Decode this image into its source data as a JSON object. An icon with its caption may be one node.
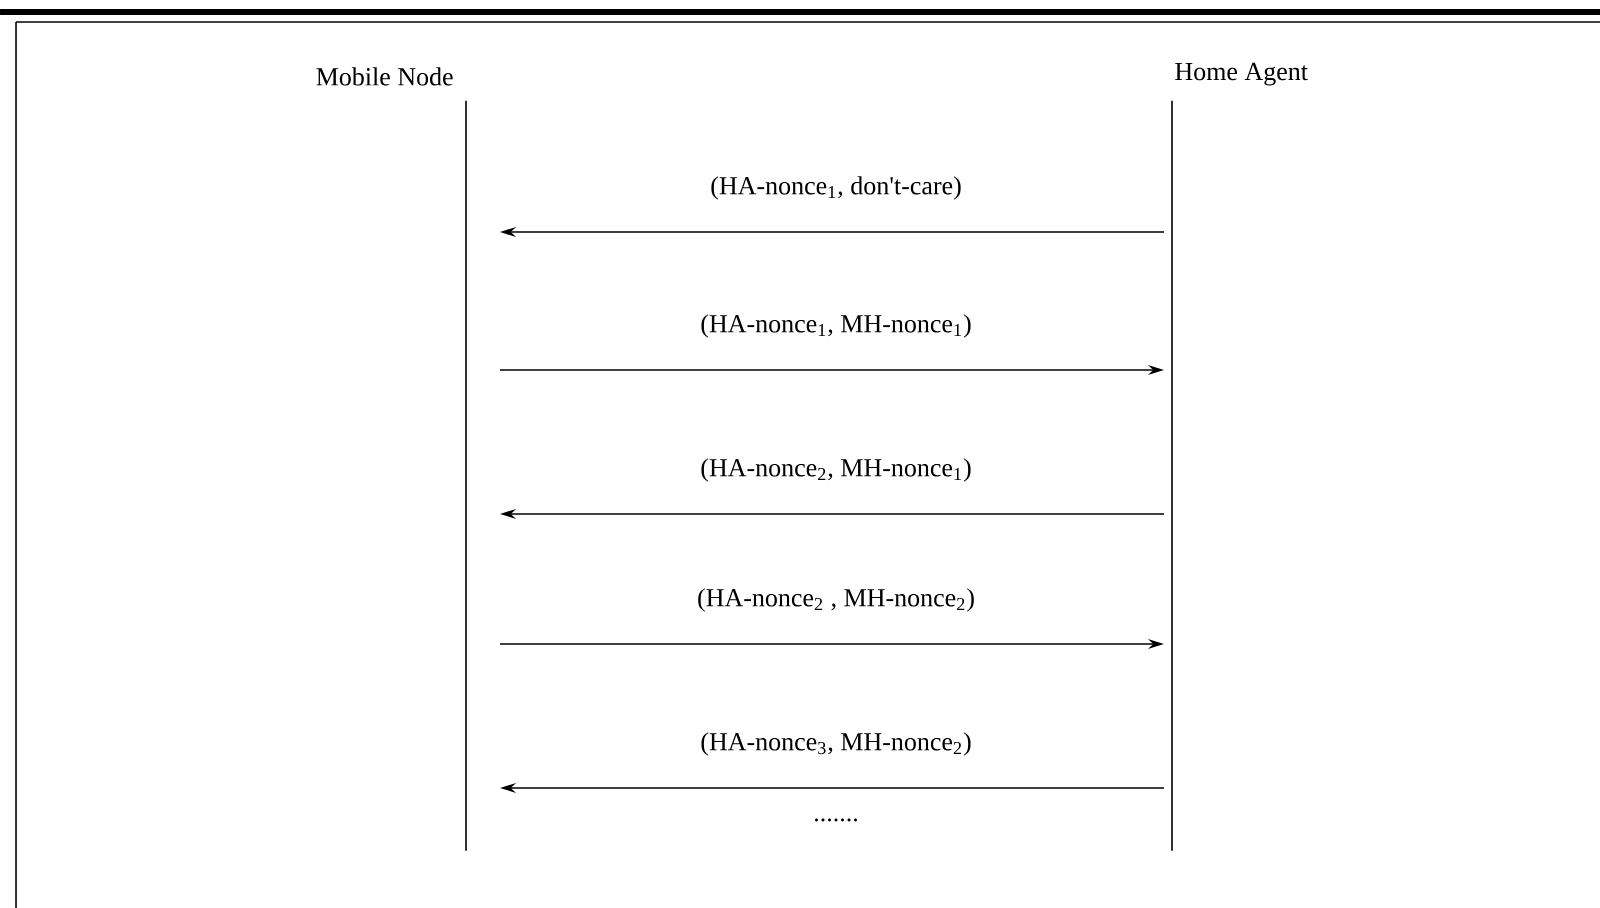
{
  "diagram": {
    "nodes": [
      {
        "text": [
          "Mobile Node"
        ]
      },
      {
        "text": [
          "Home Agent"
        ]
      }
    ],
    "edges": [
      {
        "from": 1,
        "to": 0,
        "arrow": "to",
        "label": "(HA-nonce$_{1}$, don't-care)"
      },
      {
        "from": 0,
        "to": 1,
        "arrow": "to",
        "label": "(HA-nonce$_{1}$, MH-nonce$_{1}$)"
      },
      {
        "from": 1,
        "to": 0,
        "arrow": "to",
        "label": "(HA-nonce$_{2}$,  MH-nonce$_{1}$)"
      },
      {
        "from": 0,
        "to": 1,
        "arrow": "to",
        "label": "(HA-nonce$_{2}$ ,  MH-nonce$_{2}$)"
      },
      {
        "from": 1,
        "to": 0,
        "arrow": "to",
        "label": "(HA-nonce$_{3}$,  MH-nonce$_{2}$)"
      }
    ],
    "labels": [
      "......."
    ]
  }
}
